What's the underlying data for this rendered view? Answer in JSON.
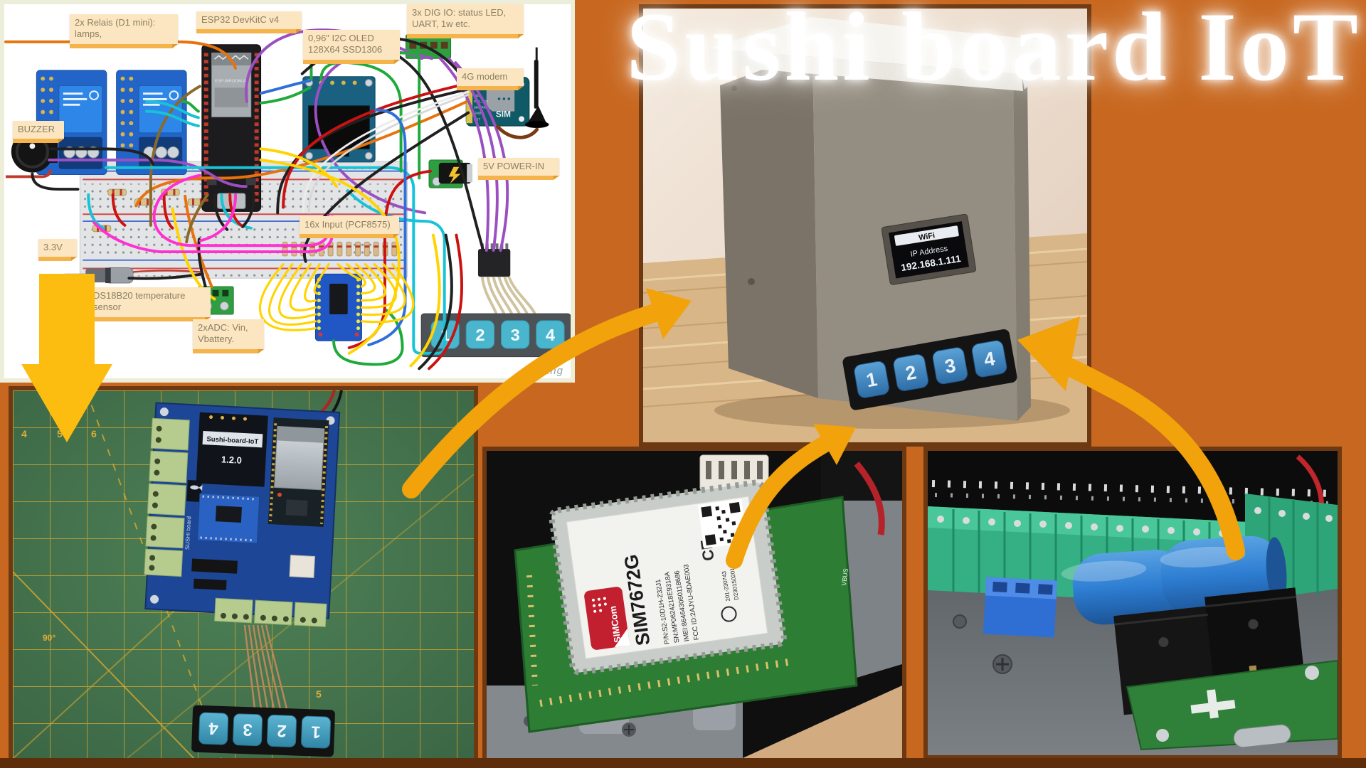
{
  "title": "Sushi board IoT",
  "colors": {
    "background": "#C8671F",
    "frame": "#6D3913",
    "arrow": "#F2A20A",
    "down_arrow": "#FDBD10",
    "note_bg": "#FCE6C2",
    "note_accent": "#F5B34C",
    "title_color": "#FFFFFF"
  },
  "diagram": {
    "notes": {
      "relays": "2x Relais (D1 mini):\nlamps,",
      "esp32": "ESP32 DevKitC v4",
      "oled": "0,96\" I2C OLED\n128X64  SSD1306",
      "digio": "3x DIG IO: status LED,\nUART, 1w etc.",
      "modem": "4G modem",
      "buzzer": "BUZZER",
      "power": "5V POWER-IN",
      "v33": "3.3V",
      "ds18b20": "DS18B20 temperature\nsensor",
      "adc": "2xADC: Vin,\nVbattery.",
      "pcf": "16x Input (PCF8575)"
    },
    "watermark": "fritzing",
    "esp32_shield": "ESP-WROOM-32",
    "sim_label": "SIM",
    "modem_pins": [
      "5V",
      "GND",
      "VDD",
      "SIM_TXD",
      "SIM_RXD",
      "GND",
      "RST"
    ],
    "keypad_keys": [
      "1",
      "2",
      "3",
      "4"
    ]
  },
  "box_photo": {
    "oled": {
      "status": "WiFi",
      "label": "IP Address",
      "ip": "192.168.1.111"
    },
    "keypad_keys": [
      "1",
      "2",
      "3",
      "4"
    ]
  },
  "pcb_photo": {
    "oled_title": "Sushi-board-IoT",
    "oled_version": "1.2.0",
    "board_silk": "SUSHI board",
    "keypad_keys": [
      "4",
      "3",
      "2",
      "1"
    ],
    "mat_numbers": [
      "4",
      "5",
      "6"
    ],
    "mat_angle": "90°",
    "mat_side": "5"
  },
  "sim_photo": {
    "model": "SIM7672G",
    "brand": "SIMCom",
    "part_number": "P/N:S2-10D1H-Z32J1",
    "serial": "SN:MP0624218E9318A",
    "imei": "IMEI:864643060118686",
    "fcc": "FCC ID:2AJYU-8DAE003",
    "code_a": "201-230743",
    "code_b": "D230150201",
    "silk": "VBUS"
  }
}
